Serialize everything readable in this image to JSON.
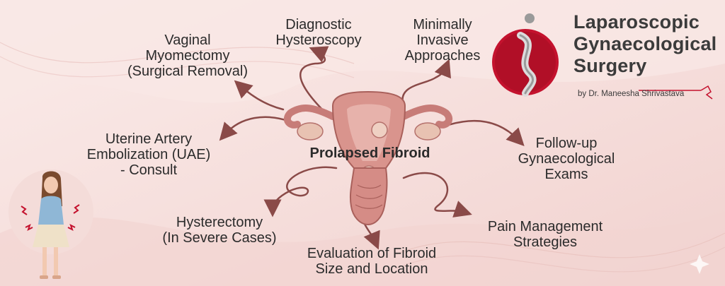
{
  "center": {
    "title": "Prolapsed Fibroid"
  },
  "labels": {
    "vaginal_myomectomy": "Vaginal\nMyomectomy\n(Surgical Removal)",
    "diagnostic_hysteroscopy": "Diagnostic\nHysteroscopy",
    "minimally_invasive": "Minimally\nInvasive\nApproaches",
    "uae": "Uterine Artery\nEmbolization (UAE)\n- Consult",
    "follow_up": "Follow-up\nGynaecological\nExams",
    "hysterectomy": "Hysterectomy\n(In Severe Cases)",
    "evaluation": "Evaluation of Fibroid\nSize and Location",
    "pain_management": "Pain Management\nStrategies"
  },
  "brand": {
    "title": "Laparoscopic\nGynaecological\nSurgery",
    "subtitle": "by Dr. Maneesha Shrivastava"
  },
  "colors": {
    "background": "#f6e1df",
    "arrow": "#8a4a48",
    "logo_red": "#c4122e",
    "text": "#2b2b2b"
  },
  "icons": [
    "uterus-illustration",
    "woman-in-pain-illustration",
    "brand-logo-icon",
    "sparkle-icon"
  ]
}
